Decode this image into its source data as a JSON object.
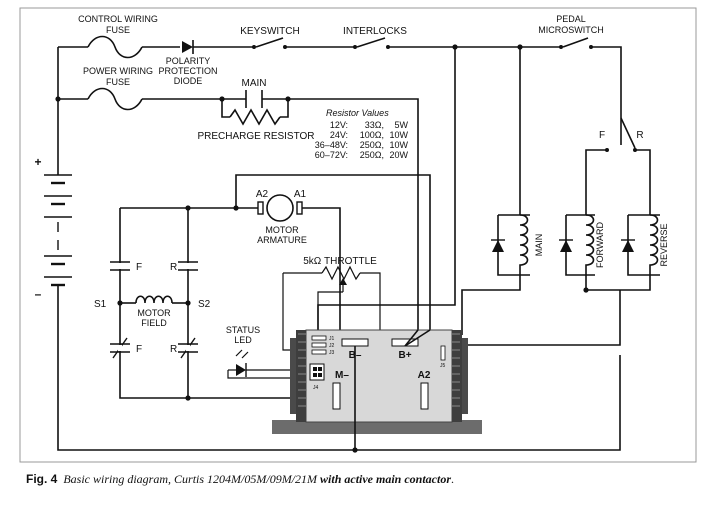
{
  "labels": {
    "control_fuse_1": "CONTROL WIRING",
    "control_fuse_2": "FUSE",
    "power_fuse_1": "POWER WIRING",
    "power_fuse_2": "FUSE",
    "diode_1": "POLARITY",
    "diode_2": "PROTECTION",
    "diode_3": "DIODE",
    "keyswitch": "KEYSWITCH",
    "interlocks": "INTERLOCKS",
    "pedal_1": "PEDAL",
    "pedal_2": "MICROSWITCH",
    "main": "MAIN",
    "precharge": "PRECHARGE RESISTOR",
    "plus": "+",
    "minus": "–",
    "a2": "A2",
    "a1": "A1",
    "armature_1": "MOTOR",
    "armature_2": "ARMATURE",
    "f_top": "F",
    "r_top": "R",
    "s1": "S1",
    "s2": "S2",
    "field_1": "MOTOR",
    "field_2": "FIELD",
    "f_bottom": "F",
    "r_bottom": "R",
    "throttle": "5kΩ THROTTLE",
    "status_1": "STATUS",
    "status_2": "LED",
    "coil_main": "MAIN",
    "coil_forward": "FORWARD",
    "coil_reverse": "REVERSE",
    "switch_f": "F",
    "switch_r": "R",
    "b_minus": "B–",
    "b_plus": "B+",
    "m_minus": "M–",
    "a2_ctrl": "A2",
    "j1": "J1",
    "j2": "J2",
    "j3": "J3",
    "j4": "J4",
    "j5": "J5"
  },
  "resistor_values": {
    "title": "Resistor Values",
    "rows": [
      {
        "voltage": "12V:",
        "ohms": "33Ω,",
        "watts": "5W"
      },
      {
        "voltage": "24V:",
        "ohms": "100Ω,",
        "watts": "10W"
      },
      {
        "voltage": "36–48V:",
        "ohms": "250Ω,",
        "watts": "10W"
      },
      {
        "voltage": "60–72V:",
        "ohms": "250Ω,",
        "watts": "20W"
      }
    ]
  },
  "caption": {
    "fig": "Fig. 4",
    "desc": "Basic wiring diagram, Curtis 1204M/05M/09M/21M",
    "emph": "with active main contactor",
    "end": "."
  }
}
